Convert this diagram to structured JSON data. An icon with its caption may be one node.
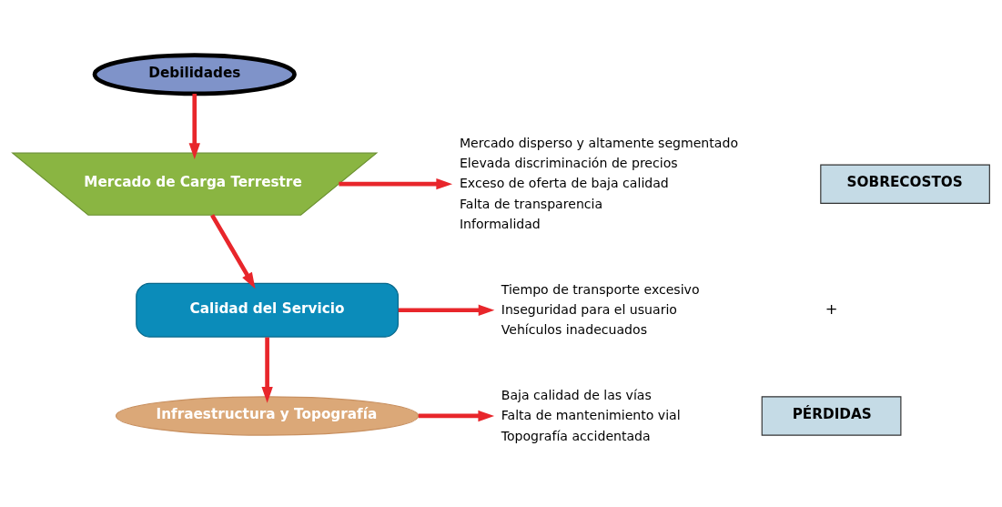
{
  "diagram": {
    "nodes": [
      {
        "text": [
          "Debilidades"
        ]
      },
      {
        "text": [
          "Mercado de Carga Terrestre"
        ]
      },
      {
        "text": [
          "Calidad del Servicio"
        ]
      },
      {
        "text": [
          "Infraestructura y Topografía"
        ]
      },
      {
        "text": [
          "Mercado disperso y altamente segmentado",
          "Elevada discriminación de precios",
          "Exceso de oferta de baja calidad",
          "Falta de transparencia",
          "Informalidad"
        ]
      },
      {
        "text": [
          "Tiempo de transporte excesivo",
          "Inseguridad para el usuario",
          "Vehículos inadecuados"
        ]
      },
      {
        "text": [
          "Baja calidad de las vías",
          "Falta de mantenimiento vial",
          "Topografía accidentada"
        ]
      },
      {
        "text": [
          "SOBRECOSTOS"
        ]
      },
      {
        "text": [
          "PÉRDIDAS"
        ]
      }
    ],
    "edges": [
      {
        "from": 0,
        "to": 1,
        "arrow": "to"
      },
      {
        "from": 1,
        "to": 2,
        "arrow": "to"
      },
      {
        "from": 2,
        "to": 3,
        "arrow": "to"
      },
      {
        "from": 1,
        "to": 4,
        "arrow": "to"
      },
      {
        "from": 2,
        "to": 5,
        "arrow": "to"
      },
      {
        "from": 3,
        "to": 6,
        "arrow": "to"
      }
    ],
    "labels": [
      "+"
    ]
  }
}
